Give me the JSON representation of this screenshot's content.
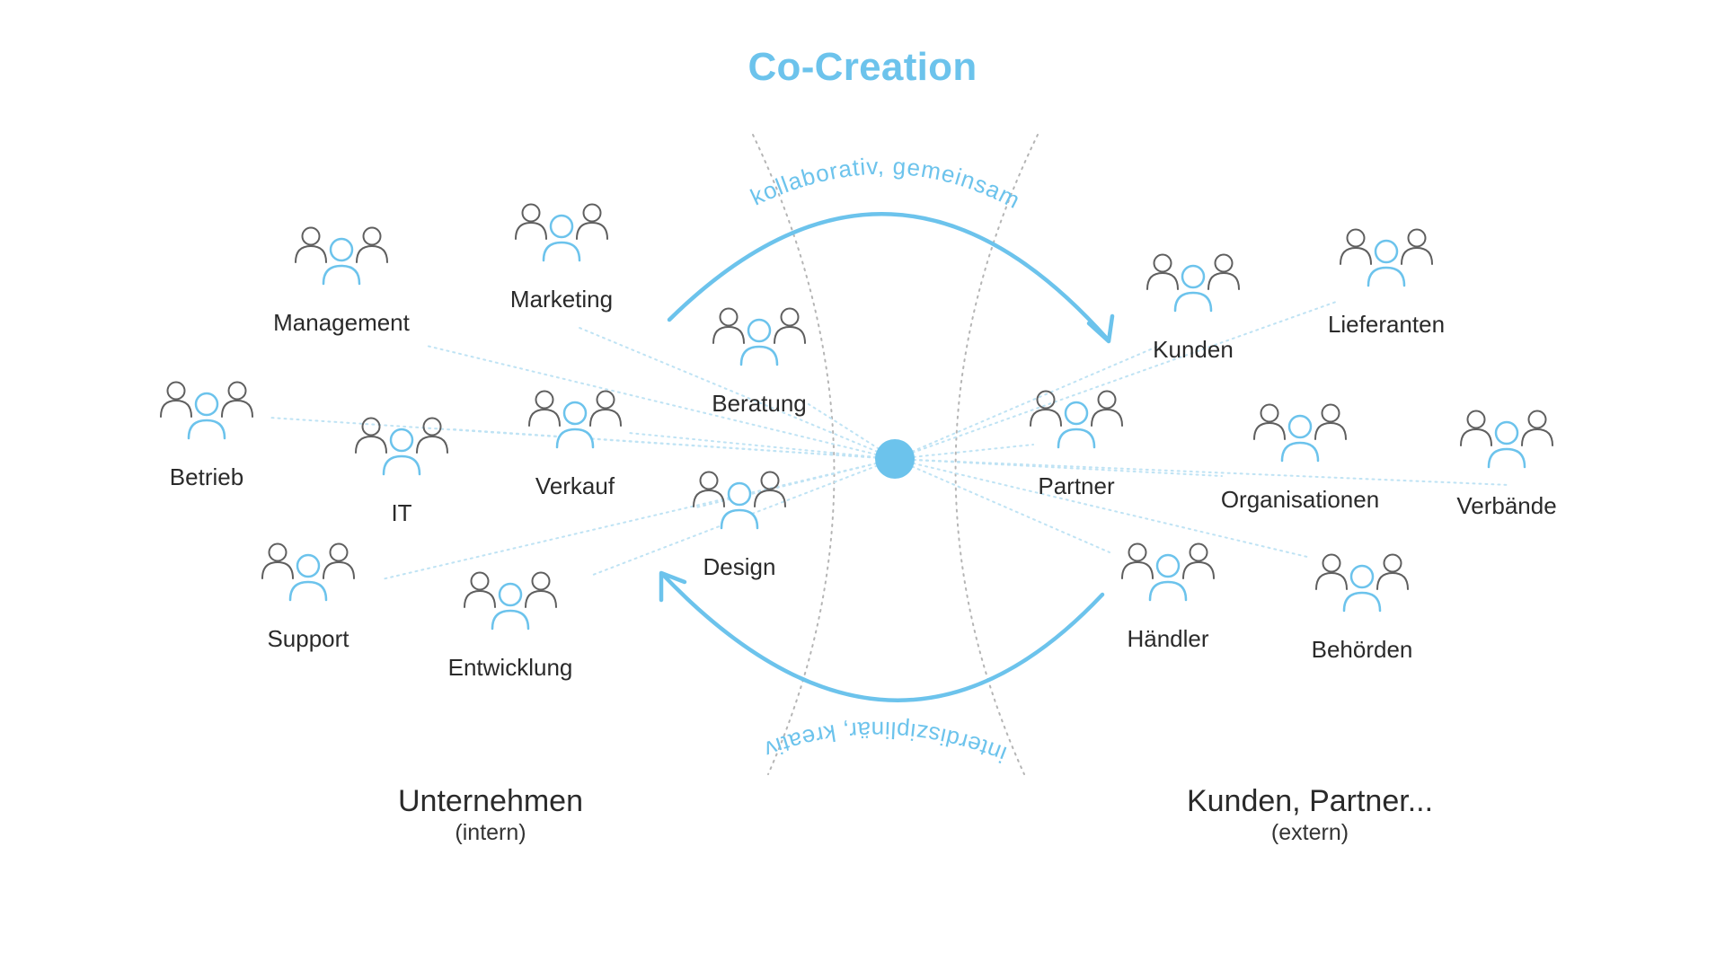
{
  "title": "Co-Creation",
  "top_arc_text": "kollaborativ, gemeinsam",
  "bottom_arc_text": "interdisziplinär, kreativ",
  "left_group": {
    "title": "Unternehmen",
    "subtitle": "(intern)"
  },
  "right_group": {
    "title": "Kunden, Partner...",
    "subtitle": "(extern)"
  },
  "colors": {
    "accent": "#6cc3ec",
    "hub": "#6cc3ec",
    "icon_outline": "#5f5f5f",
    "text": "#2a2a2a",
    "connector": "#bfe3f4",
    "divider": "#b5b5b5"
  },
  "nodes": [
    {
      "id": "management",
      "label": "Management",
      "side": "intern",
      "icon": "group-icon"
    },
    {
      "id": "marketing",
      "label": "Marketing",
      "side": "intern",
      "icon": "group-icon"
    },
    {
      "id": "beratung",
      "label": "Beratung",
      "side": "intern",
      "icon": "group-icon"
    },
    {
      "id": "betrieb",
      "label": "Betrieb",
      "side": "intern",
      "icon": "group-icon"
    },
    {
      "id": "it",
      "label": "IT",
      "side": "intern",
      "icon": "group-icon"
    },
    {
      "id": "verkauf",
      "label": "Verkauf",
      "side": "intern",
      "icon": "group-icon"
    },
    {
      "id": "design",
      "label": "Design",
      "side": "intern",
      "icon": "group-icon"
    },
    {
      "id": "support",
      "label": "Support",
      "side": "intern",
      "icon": "group-icon"
    },
    {
      "id": "entwicklung",
      "label": "Entwicklung",
      "side": "intern",
      "icon": "group-icon"
    },
    {
      "id": "kunden",
      "label": "Kunden",
      "side": "extern",
      "icon": "group-icon"
    },
    {
      "id": "lieferanten",
      "label": "Lieferanten",
      "side": "extern",
      "icon": "group-icon"
    },
    {
      "id": "partner",
      "label": "Partner",
      "side": "extern",
      "icon": "group-icon"
    },
    {
      "id": "organisationen",
      "label": "Organisationen",
      "side": "extern",
      "icon": "group-icon"
    },
    {
      "id": "verbaende",
      "label": "Verbände",
      "side": "extern",
      "icon": "group-icon"
    },
    {
      "id": "haendler",
      "label": "Händler",
      "side": "extern",
      "icon": "group-icon"
    },
    {
      "id": "behoerden",
      "label": "Behörden",
      "side": "extern",
      "icon": "group-icon"
    }
  ]
}
